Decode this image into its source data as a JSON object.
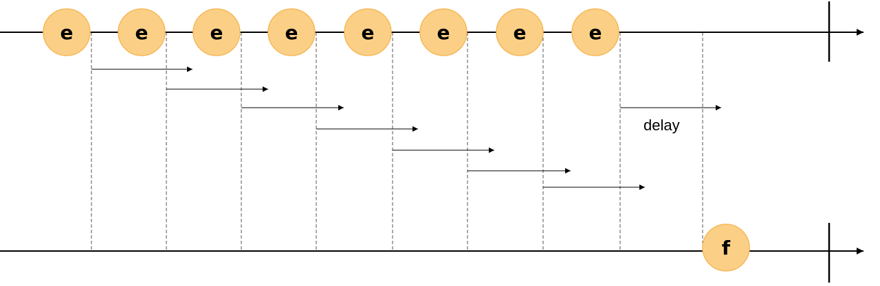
{
  "input_events": [
    "e",
    "e",
    "e",
    "e",
    "e",
    "e",
    "e",
    "e"
  ],
  "output_events": [
    "f"
  ],
  "delay_label": "delay",
  "colors": {
    "marble_fill": "#fbd086",
    "marble_stroke": "#f6b85a",
    "line": "#000000"
  }
}
